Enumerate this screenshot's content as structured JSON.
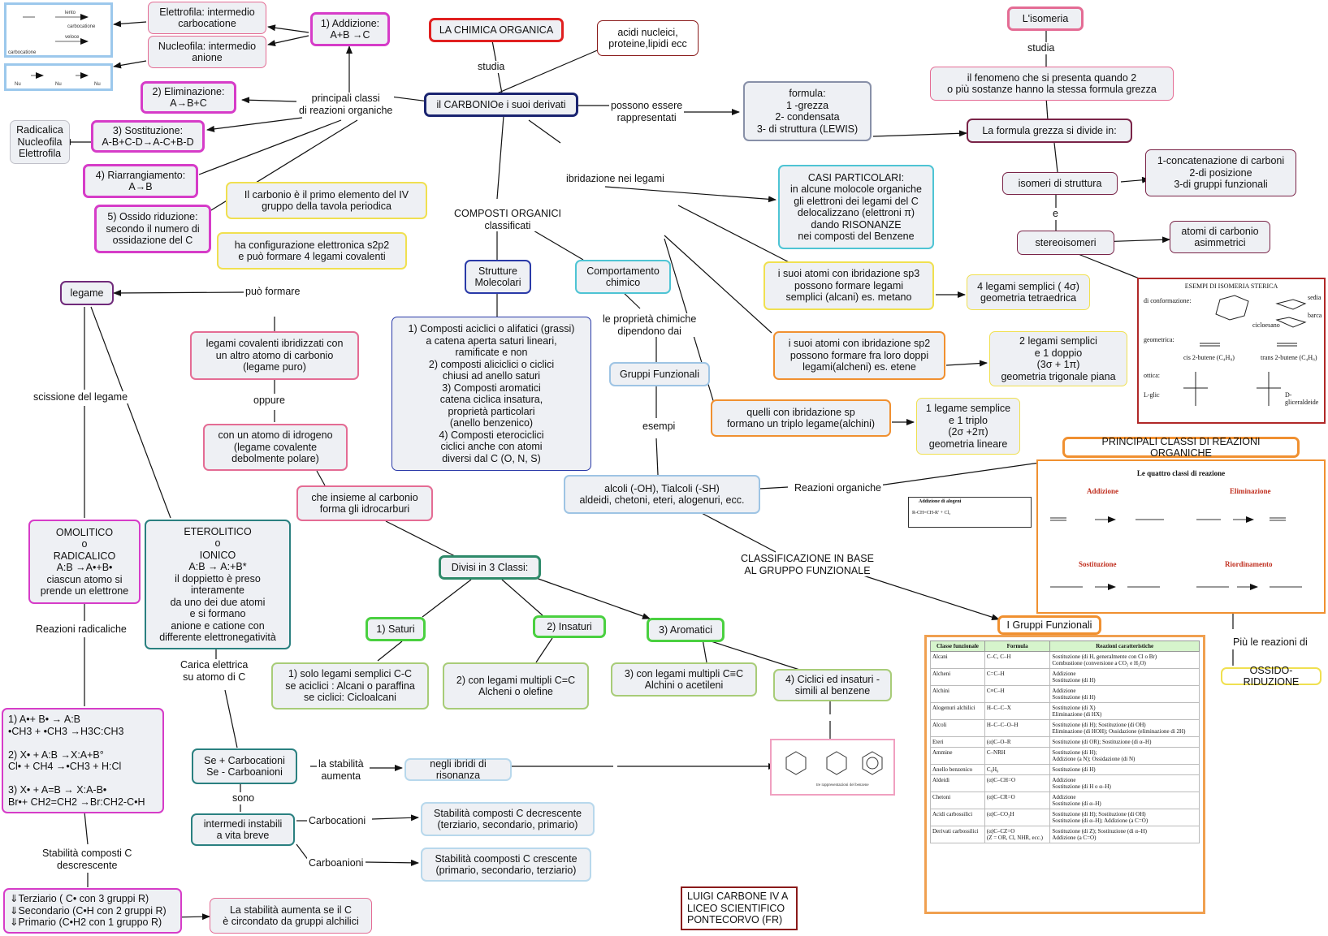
{
  "nodes": {
    "chimica_organica": "LA CHIMICA ORGANICA",
    "acidi_nucleici": "acidi nucleici,\nproteine,lipidi ecc",
    "carbonio": "il CARBONIOe i suoi derivati",
    "formula": "formula:\n1 -grezza\n2- condensata\n3- di struttura (LEWIS)",
    "isomeria": "L'isomeria",
    "fenomeno": "il fenomeno che si presenta quando 2\no più sostanze hanno la stessa formula grezza",
    "formula_grezza": "La formula grezza si divide in:",
    "isomeri_struttura": "isomeri di struttura",
    "concatenazione": "1-concatenazione di carboni\n2-di posizione\n3-di gruppi funzionali",
    "stereoisomeri": "stereoisomeri",
    "atomi_asimmetrici": "atomi di carbonio\nasimmetrici",
    "casi_particolari": "CASI PARTICOLARI:\nin alcune molocole organiche\ngli elettroni dei legami del C\ndelocalizzano (elettroni π)\ndando RISONANZE\nnei composti del Benzene",
    "sp3": "i suoi atomi con ibridazione sp3\npossono formare legami\nsemplici (alcani) es. metano",
    "sp3_geom": "4 legami semplici ( 4σ)\ngeometria tetraedrica",
    "sp2": "i suoi atomi con ibridazione sp2\npossono formare fra loro doppi\nlegami(alcheni) es. etene",
    "sp2_geom": "2 legami semplici\ne 1 doppio\n(3σ + 1π)\ngeometria trigonale piana",
    "sp": "quelli con ibridazione sp\nformano un triplo legame(alchini)",
    "sp_geom": "1 legame semplice\ne 1 triplo\n(2σ +2π)\ngeometria lineare",
    "principali_classi": "PRINCIPALI CLASSI DI REAZIONI ORGANICHE",
    "gruppi_funzionali_title": "I Gruppi Funzionali",
    "ossido_riduzione": "OSSIDO-RIDUZIONE",
    "elettrofila": "Elettrofila: intermedio\ncarbocatione",
    "nucleofila": "Nucleofila: intermedio\nanione",
    "addizione": "1) Addizione:\nA+B →C",
    "eliminazione": "2) Eliminazione:\nA→B+C",
    "sostituzione": "3) Sostituzione:\nA-B+C-D→A-C+B-D",
    "radicalica": "Radicalica\nNucleofila\nElettrofila",
    "riarrangiamento": "4) Riarrangiamento:\nA→B",
    "ossido": "5) Ossido riduzione:\nsecondo il numero di\nossidazione del C",
    "carbonio_primo": "Il carbonio è il primo elemento del IV\ngruppo della tavola periodica",
    "configurazione": "ha configurazione elettronica s2p2\ne può formare 4 legami covalenti",
    "strutture": "Strutture\nMolecolari",
    "comportamento": "Comportamento\nchimico",
    "composti_list": "1) Composti aciclici o alifatici (grassi)\na catena aperta saturi lineari,\nramificate e non\n2) composti aliciclici o ciclici\nchiusi ad anello saturi\n3) Composti aromatici\ncatena ciclica insatura,\nproprietà particolari\n(anello benzenico)\n4) Composti eterociclici\nciclici anche con atomi\ndiversi dal C (O, N, S)",
    "gruppi_funz_box": "Gruppi Funzionali",
    "alcoli": "alcoli (-OH), Tialcoli (-SH)\naldeidi, chetoni, eteri, alogenuri, ecc.",
    "legame": "legame",
    "legami_covalenti": "legami covalenti ibridizzati con\nun altro atomo di carbonio\n(legame puro)",
    "idrogeno": "con un atomo di idrogeno\n(legame covalente\ndebolmente polare)",
    "idrocarburi": "che insieme al carbonio\nforma gli idrocarburi",
    "divisi": "Divisi in 3 Classi:",
    "saturi": "1) Saturi",
    "insaturi": "2) Insaturi",
    "aromatici": "3) Aromatici",
    "saturi_desc": "1) solo legami semplici C-C\nse aciclici : Alcani o paraffina\nse ciclici: Cicloalcani",
    "insaturi_desc": "2) con legami multipli C=C\nAlcheni o olefine",
    "aromatici_desc": "3) con legami multipli C≡C\nAlchini o acetileni",
    "ciclici": "4) Ciclici ed insaturi -\nsimili al benzene",
    "omolitico": "OMOLITICO\no\nRADICALICO\nA:B →A•+B•\nciascun atomo si\nprende un elettrone",
    "eterolitico": "ETEROLITICO\no\nIONICO\nA:B → A:+B*\nil doppietto è preso\ninteramente\nda uno dei due atomi\ne si formano\nanione e catione con\ndifferente elettronegatività",
    "reazioni_rad_list": "1) A•+ B• → A:B\n•CH3 + •CH3 →H3C:CH3\n\n2) X• + A:B →X:A+B°\nCl• + CH4 →•CH3 + H:Cl\n\n3) X• + A=B → X:A-B•\nBr•+ CH2=CH2 →Br:CH2-C•H",
    "carbocationi_box": "Se + Carbocationi\nSe - Carboanioni",
    "ibridi": "negli ibridi di risonanza",
    "intermedi": "intermedi instabili\na vita breve",
    "stab_decr": "Stabilità composti C decrescente\n(terziario, secondario, primario)",
    "stab_cresc": "Stabilità coomposti C crescente\n(primario, secondario, terziario)",
    "terziario": "⇓Terziario ( C• con 3 gruppi R)\n⇓Secondario (C•H con 2 gruppi R)\n⇓Primario  (C•H2 con 1 gruppo R)",
    "stab_aumenta": "La stabilità aumenta se il C\nè circondato da gruppi alchilici",
    "autore": "LUIGI CARBONE IV A\nLICEO SCIENTIFICO\nPONTECORVO (FR)"
  },
  "labels": {
    "studia1": "studia",
    "studia2": "studia",
    "possono_essere": "possono essere\nrappresentati",
    "e": "e",
    "ibridazione": "ibridazione nei legami",
    "principali_reazioni": "principali classi\ndi reazioni organiche",
    "composti_organici": "COMPOSTI ORGANICI\nclassificati",
    "proprieta": "le proprietà chimiche\ndipendono dai",
    "esempi": "esempi",
    "reazioni_organiche": "Reazioni organiche",
    "classificazione": "CLASSIFICAZIONE IN BASE\nAL GRUPPO FUNZIONALE",
    "piu_reazioni": "Più le reazioni di",
    "puo_formare": "può  formare",
    "oppure": "oppure",
    "scissione": "scissione del legame",
    "reazioni_radicaliche": "Reazioni radicaliche",
    "carica_elettrica": "Carica elettrica\nsu atomo di C",
    "stabilita_aumenta": "la stabilità\naumenta",
    "sono": "sono",
    "carbocationi": "Carbocationi",
    "carboanioni": "Carboanioni",
    "stabilita_composti": "Stabilità composti C\ndescrescente"
  },
  "stereo_image": {
    "title": "ESEMPI DI ISOMERIA STERICA",
    "conformazione": "di conformazione:",
    "sedia": "sedia",
    "barca": "barca",
    "cicloesano": "cicloesano",
    "geometrica": "geometrica:",
    "cis": "cis 2-butene (C₄H₈)",
    "trans": "trans 2-butene (C₄H₈)",
    "ottica": "ottica:",
    "lglic": "L-glic",
    "dglic": "D-gliceraldeide"
  },
  "reaction_image": {
    "title": "Le quattro classi di reazione",
    "addizione": "Addizione",
    "eliminazione": "Eliminazione",
    "sostituzione": "Sostituzione",
    "riordinamento": "Riordinamento",
    "alogeni": "Addizione di alogeni",
    "alogeni_eq": "R-CH=CH-R' + Cl₂"
  },
  "benzene_caption": "tre rappresentazioni del benzene",
  "fg_table": {
    "headers": [
      "Classe funzionale",
      "Formula",
      "Reazioni caratteristiche"
    ],
    "rows": [
      [
        "Alcani",
        "C–C, C–H",
        "Sostituzione (di H, generalmente con Cl o Br)\nCombustione (conversione a CO₂ e H₂O)"
      ],
      [
        "Alcheni",
        "C=C–H",
        "Addizione\nSostituzione (di H)"
      ],
      [
        "Alchini",
        "C≡C–H",
        "Addizione\nSostituzione (di H)"
      ],
      [
        "Alogenuri alchilici",
        "H–C–C–X",
        "Sostituzione (di X)\nEliminazione (di HX)"
      ],
      [
        "Alcoli",
        "H–C–C–O–H",
        "Sostituzione (di H); Sostituzione (di OH)\nEliminazione (di HOH); Ossidazione (eliminazione di 2H)"
      ],
      [
        "Eteri",
        "(α)C–O–R",
        "Sostituzione (di OR); Sostituzione (di α–H)"
      ],
      [
        "Ammine",
        "C–NRH",
        "Sostituzione (di H);\nAddizione (a N); Ossidazione (di N)"
      ],
      [
        "Anello benzenico",
        "C₆H₆",
        "Sostituzione (di H)"
      ],
      [
        "Aldeidi",
        "(α)C–CH=O",
        "Addizione\nSostituzione (di H o α–H)"
      ],
      [
        "Chetoni",
        "(α)C–CR=O",
        "Addizione\nSostituzione (di α–H)"
      ],
      [
        "Acidi carbossilici",
        "(α)C–CO₂H",
        "Sostituzione (di H); Sostituzione (di OH)\nSostituzione (di α–H); Addizione (a C=O)"
      ],
      [
        "Derivati carbossilici",
        "(α)C–CZ=O\n(Z = OR, Cl, NHR, ecc.)",
        "Sostituzione (di Z); Sostituzione (di α–H)\nAddizione (a C=O)"
      ]
    ]
  },
  "mini_images": {
    "top_left": [
      "carbocatione",
      "lento",
      "veloce",
      "carbocatione"
    ],
    "nu": [
      "Nu",
      "Nu",
      "Nu"
    ]
  }
}
